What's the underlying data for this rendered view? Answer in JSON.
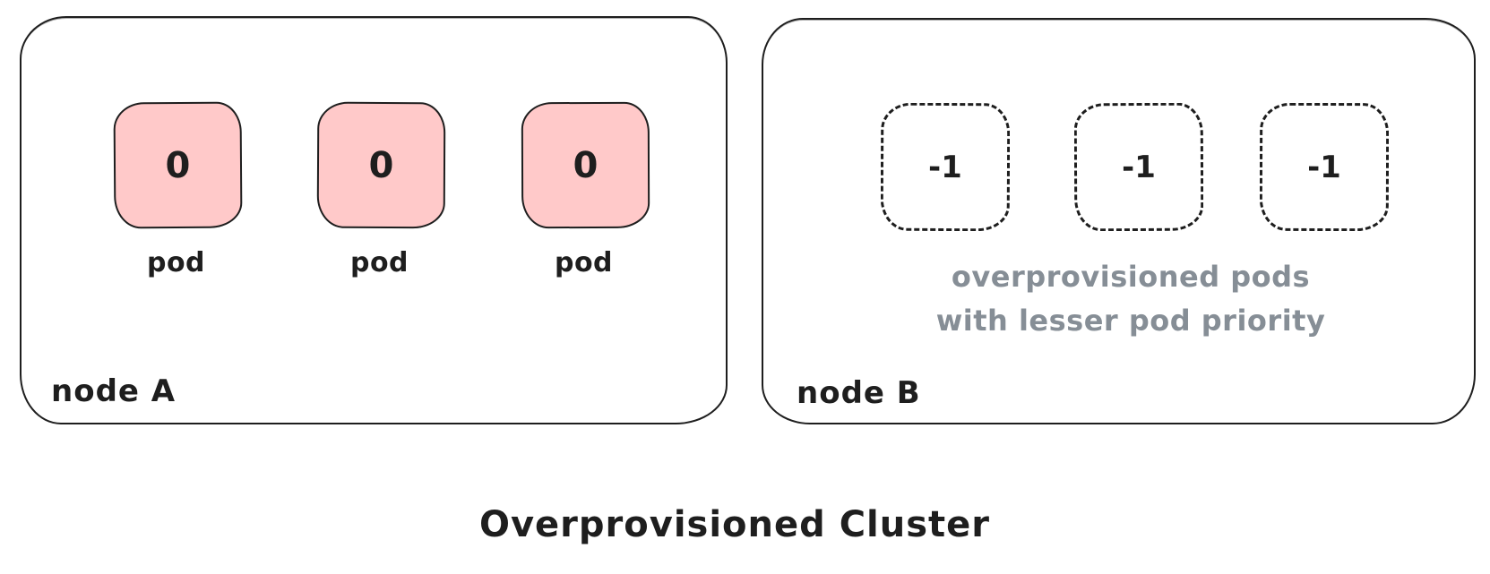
{
  "title": "Overprovisioned Cluster",
  "colors": {
    "stroke": "#1e1e1e",
    "pod_fill": "#ffc9c9",
    "muted_text": "#868e96",
    "background": "#ffffff"
  },
  "node_a": {
    "label": "node A",
    "pods": [
      {
        "priority": "0",
        "label": "pod"
      },
      {
        "priority": "0",
        "label": "pod"
      },
      {
        "priority": "0",
        "label": "pod"
      }
    ]
  },
  "node_b": {
    "label": "node B",
    "pods": [
      {
        "priority": "-1"
      },
      {
        "priority": "-1"
      },
      {
        "priority": "-1"
      }
    ],
    "caption": {
      "line1": "overprovisioned pods",
      "line2": "with lesser pod priority"
    }
  }
}
